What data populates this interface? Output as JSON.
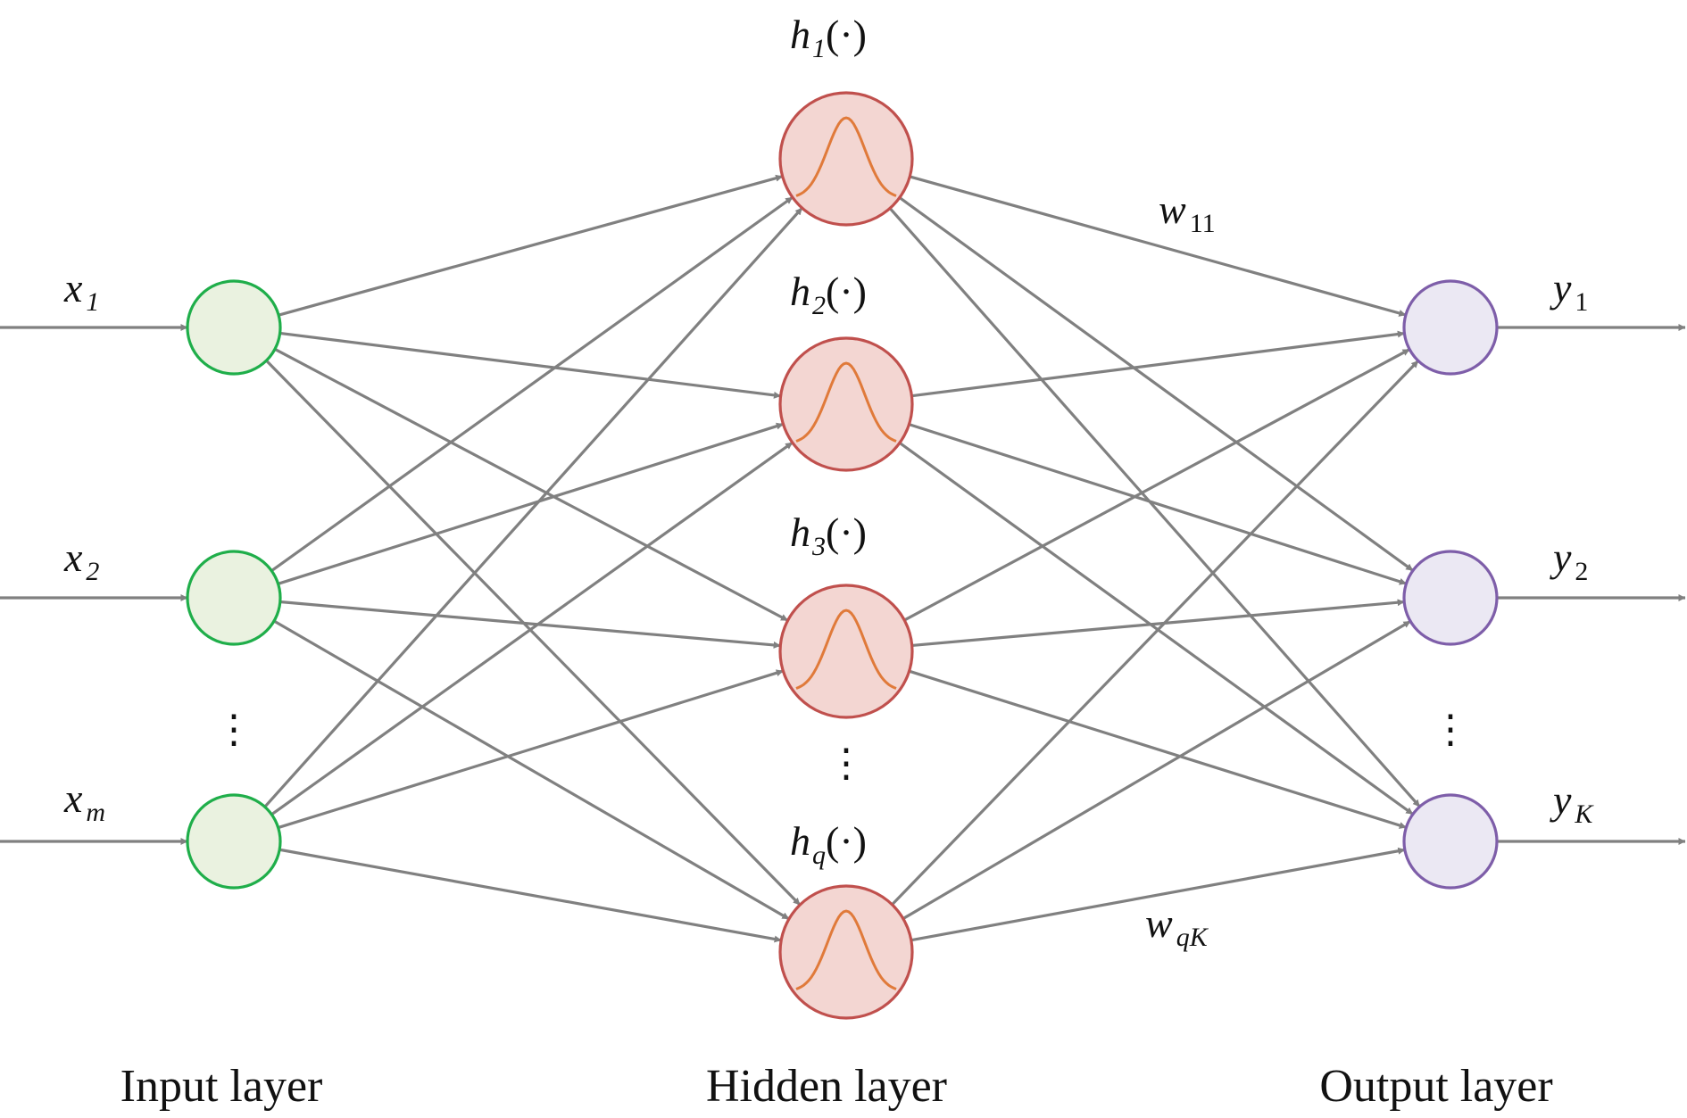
{
  "inputs": [
    {
      "base": "x",
      "sub": "1"
    },
    {
      "base": "x",
      "sub": "2"
    },
    {
      "base": "x",
      "sub": "m"
    }
  ],
  "hidden": [
    {
      "base": "h",
      "sub": "1",
      "suffix": "(·)"
    },
    {
      "base": "h",
      "sub": "2",
      "suffix": "(·)"
    },
    {
      "base": "h",
      "sub": "3",
      "suffix": "(·)"
    },
    {
      "base": "h",
      "sub": "q",
      "suffix": "(·)"
    }
  ],
  "outputs": [
    {
      "base": "y",
      "sub": "1"
    },
    {
      "base": "y",
      "sub": "2"
    },
    {
      "base": "y",
      "sub": "K"
    }
  ],
  "weights": [
    {
      "base": "w",
      "sub": "11"
    },
    {
      "base": "w",
      "sub": "qK"
    }
  ],
  "ellipsis": "⋮",
  "layers": {
    "input": "Input layer",
    "hidden": "Hidden layer",
    "output": "Output layer"
  },
  "colors": {
    "edge": "#808080",
    "input_stroke": "#1fae4a",
    "input_fill": "#eaf2e0",
    "hidden_stroke": "#c0504d",
    "hidden_fill": "#f3d6d2",
    "hidden_curve": "#e07a3a",
    "output_stroke": "#7e5ea9",
    "output_fill": "#ebe8f3"
  }
}
